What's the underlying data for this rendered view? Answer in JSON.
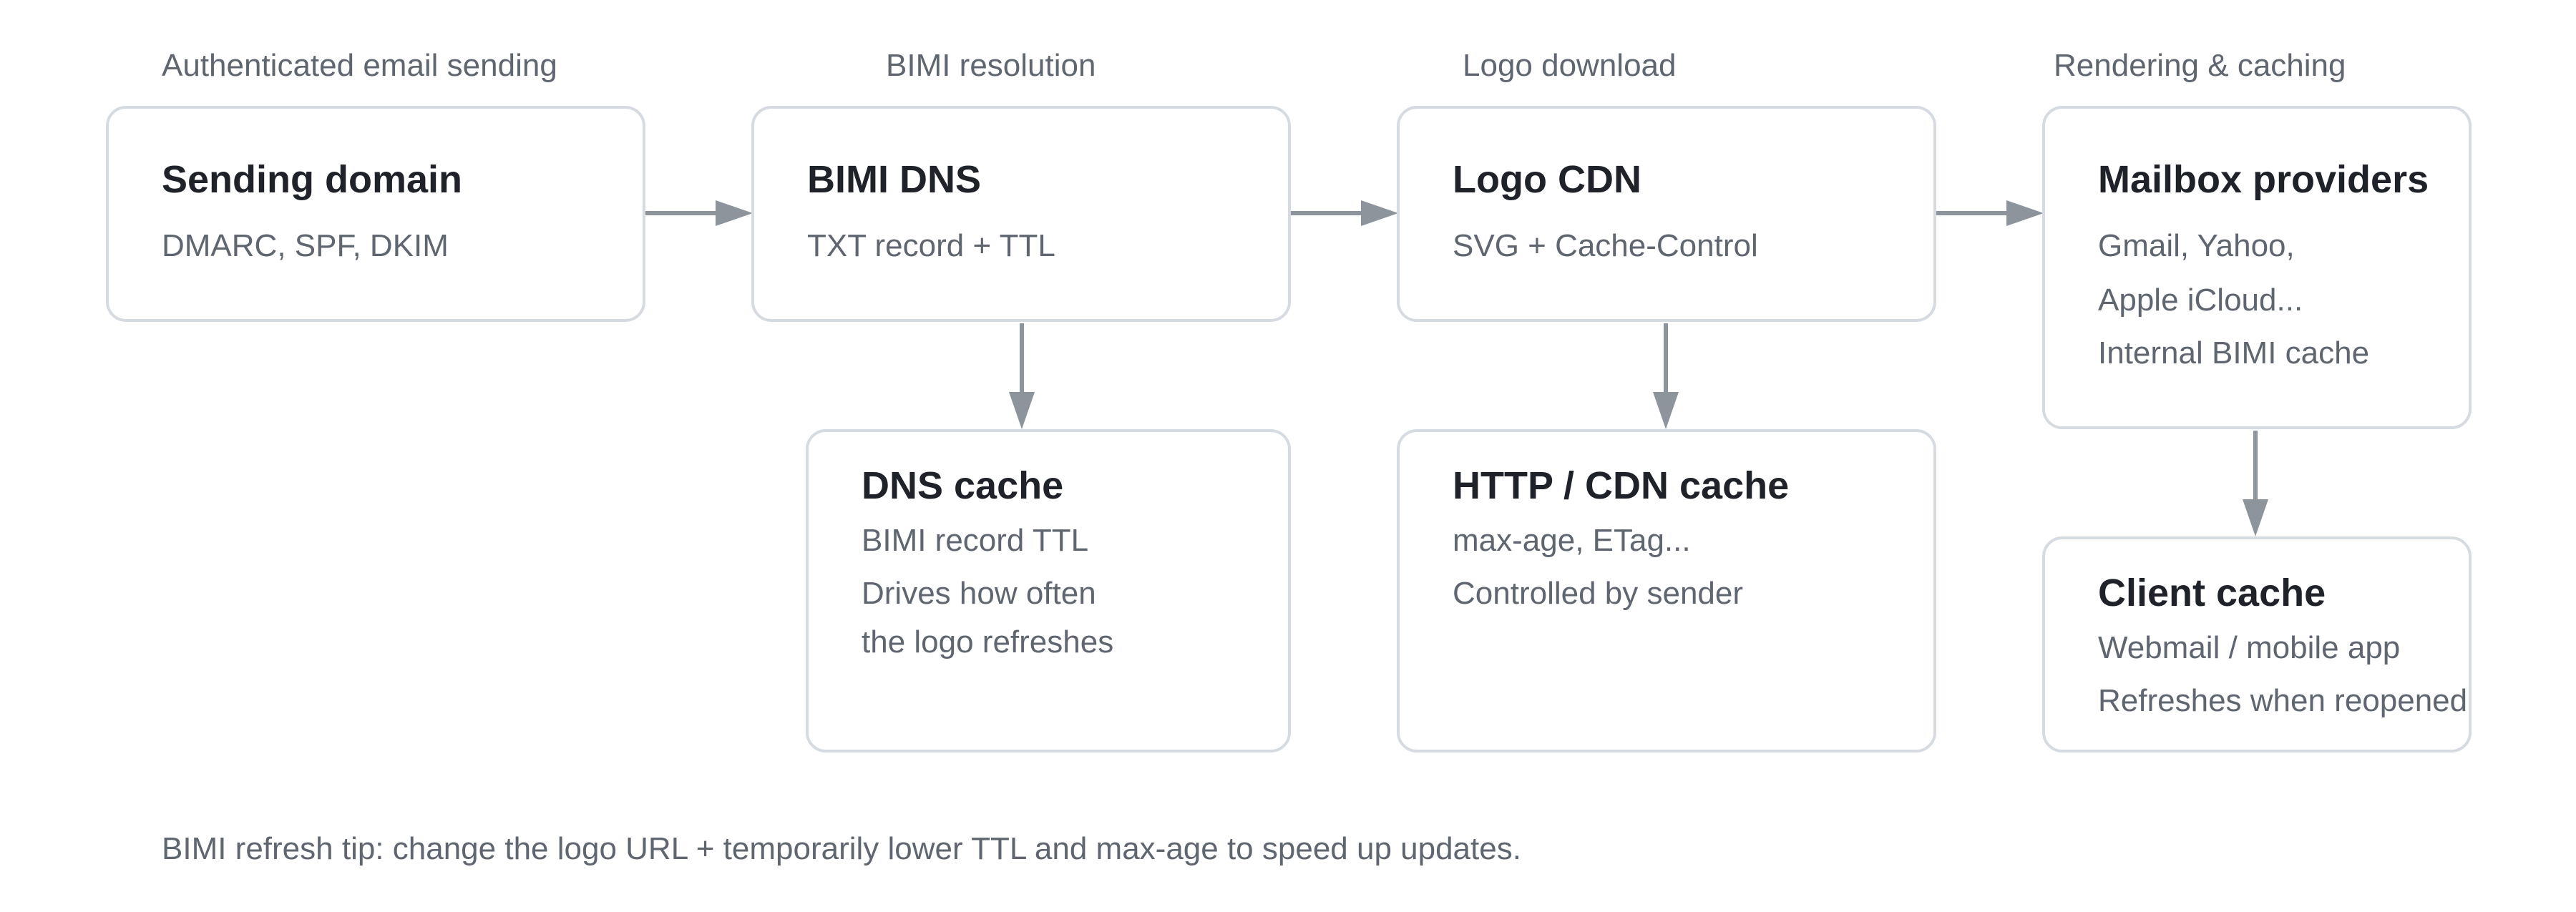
{
  "stages": [
    "Authenticated email sending",
    "BIMI resolution",
    "Logo download",
    "Rendering & caching"
  ],
  "nodes": {
    "sending_domain": {
      "title": "Sending domain",
      "lines": [
        "DMARC, SPF, DKIM"
      ]
    },
    "bimi_dns": {
      "title": "BIMI DNS",
      "lines": [
        "TXT record + TTL"
      ]
    },
    "logo_cdn": {
      "title": "Logo CDN",
      "lines": [
        "SVG + Cache-Control"
      ]
    },
    "mailbox_providers": {
      "title": "Mailbox providers",
      "lines": [
        "Gmail, Yahoo,",
        "Apple iCloud...",
        "Internal BIMI cache"
      ]
    },
    "dns_cache": {
      "title": "DNS cache",
      "lines": [
        "BIMI record TTL",
        "Drives how often",
        "the logo refreshes"
      ]
    },
    "http_cdn_cache": {
      "title": "HTTP / CDN cache",
      "lines": [
        "max-age, ETag...",
        "Controlled by sender"
      ]
    },
    "client_cache": {
      "title": "Client cache",
      "lines": [
        "Webmail / mobile app",
        "Refreshes when reopened"
      ]
    }
  },
  "edges": [
    {
      "from": "Sending domain",
      "to": "BIMI DNS"
    },
    {
      "from": "BIMI DNS",
      "to": "Logo CDN"
    },
    {
      "from": "Logo CDN",
      "to": "Mailbox providers"
    },
    {
      "from": "BIMI DNS",
      "to": "DNS cache"
    },
    {
      "from": "Logo CDN",
      "to": "HTTP / CDN cache"
    },
    {
      "from": "Mailbox providers",
      "to": "Client cache"
    }
  ],
  "footer": "BIMI refresh tip: change the logo URL + temporarily lower TTL and max-age to speed up updates.",
  "colors": {
    "border": "#d6dbe1",
    "arrow": "#8d949c",
    "title": "#1f2329",
    "text": "#5f6670"
  }
}
